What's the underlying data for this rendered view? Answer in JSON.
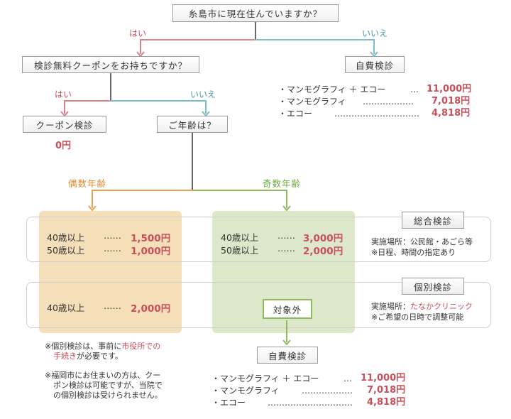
{
  "q1": "糸島市に現在住んでいますか？",
  "q1_yes": "はい",
  "q1_no": "いいえ",
  "q2": "検診無料クーポンをお持ちですか？",
  "q2_yes": "はい",
  "q2_no": "いいえ",
  "self_pay_top": "自費検診",
  "coupon": "クーポン検診",
  "coupon_price": "0円",
  "age_q": "ご年齢は？",
  "even_age": "偶数年齢",
  "odd_age": "奇数年齢",
  "prices_top": [
    {
      "label": "・マンモグラフィ ＋ エコー",
      "dots": "…",
      "value": "11,000円"
    },
    {
      "label": "・マンモグラフィ",
      "dots": "………………",
      "value": "7,018円"
    },
    {
      "label": "・エコー",
      "dots": "…………………………",
      "value": "4,818円"
    }
  ],
  "general": {
    "tag": "総合検診",
    "even_rows": [
      {
        "age": "40歳以上",
        "dots": "……",
        "value": "1,500円"
      },
      {
        "age": "50歳以上",
        "dots": "……",
        "value": "1,000円"
      }
    ],
    "odd_rows": [
      {
        "age": "40歳以上",
        "dots": "……",
        "value": "3,000円"
      },
      {
        "age": "50歳以上",
        "dots": "……",
        "value": "2,000円"
      }
    ],
    "place_prefix": "実施場所：",
    "place": "公民館・あごら等",
    "note": "※日程、時間の指定あり"
  },
  "individual": {
    "tag": "個別検診",
    "even_row": {
      "age": "40歳以上",
      "dots": "……",
      "value": "2,000円"
    },
    "odd_out": "対象外",
    "place_prefix": "実施場所：",
    "place": "たなかクリニック",
    "note": "※ご希望の日時で調整可能"
  },
  "foot_note1_a": "※個別検診は、事前に",
  "foot_note1_b": "市役所での",
  "foot_note1_c": "手続き",
  "foot_note1_d": "が必要です。",
  "foot_note2": [
    "※福岡市にお住まいの方は、クー",
    "ポン検診は可能ですが、当院で",
    "の個別検診は受けられません。"
  ],
  "self_pay_bottom": "自費検診",
  "prices_bottom": [
    {
      "label": "・マンモグラフィ ＋ エコー",
      "dots": "…",
      "value": "11,000円"
    },
    {
      "label": "・マンモグラフィ",
      "dots": "………………",
      "value": "7,018円"
    },
    {
      "label": "・エコー",
      "dots": "…………………………",
      "value": "4,818円"
    }
  ],
  "colors": {
    "yes": "#c9505a",
    "no": "#4a9ab0",
    "even": "#e08a2a",
    "odd": "#6aa83c"
  }
}
